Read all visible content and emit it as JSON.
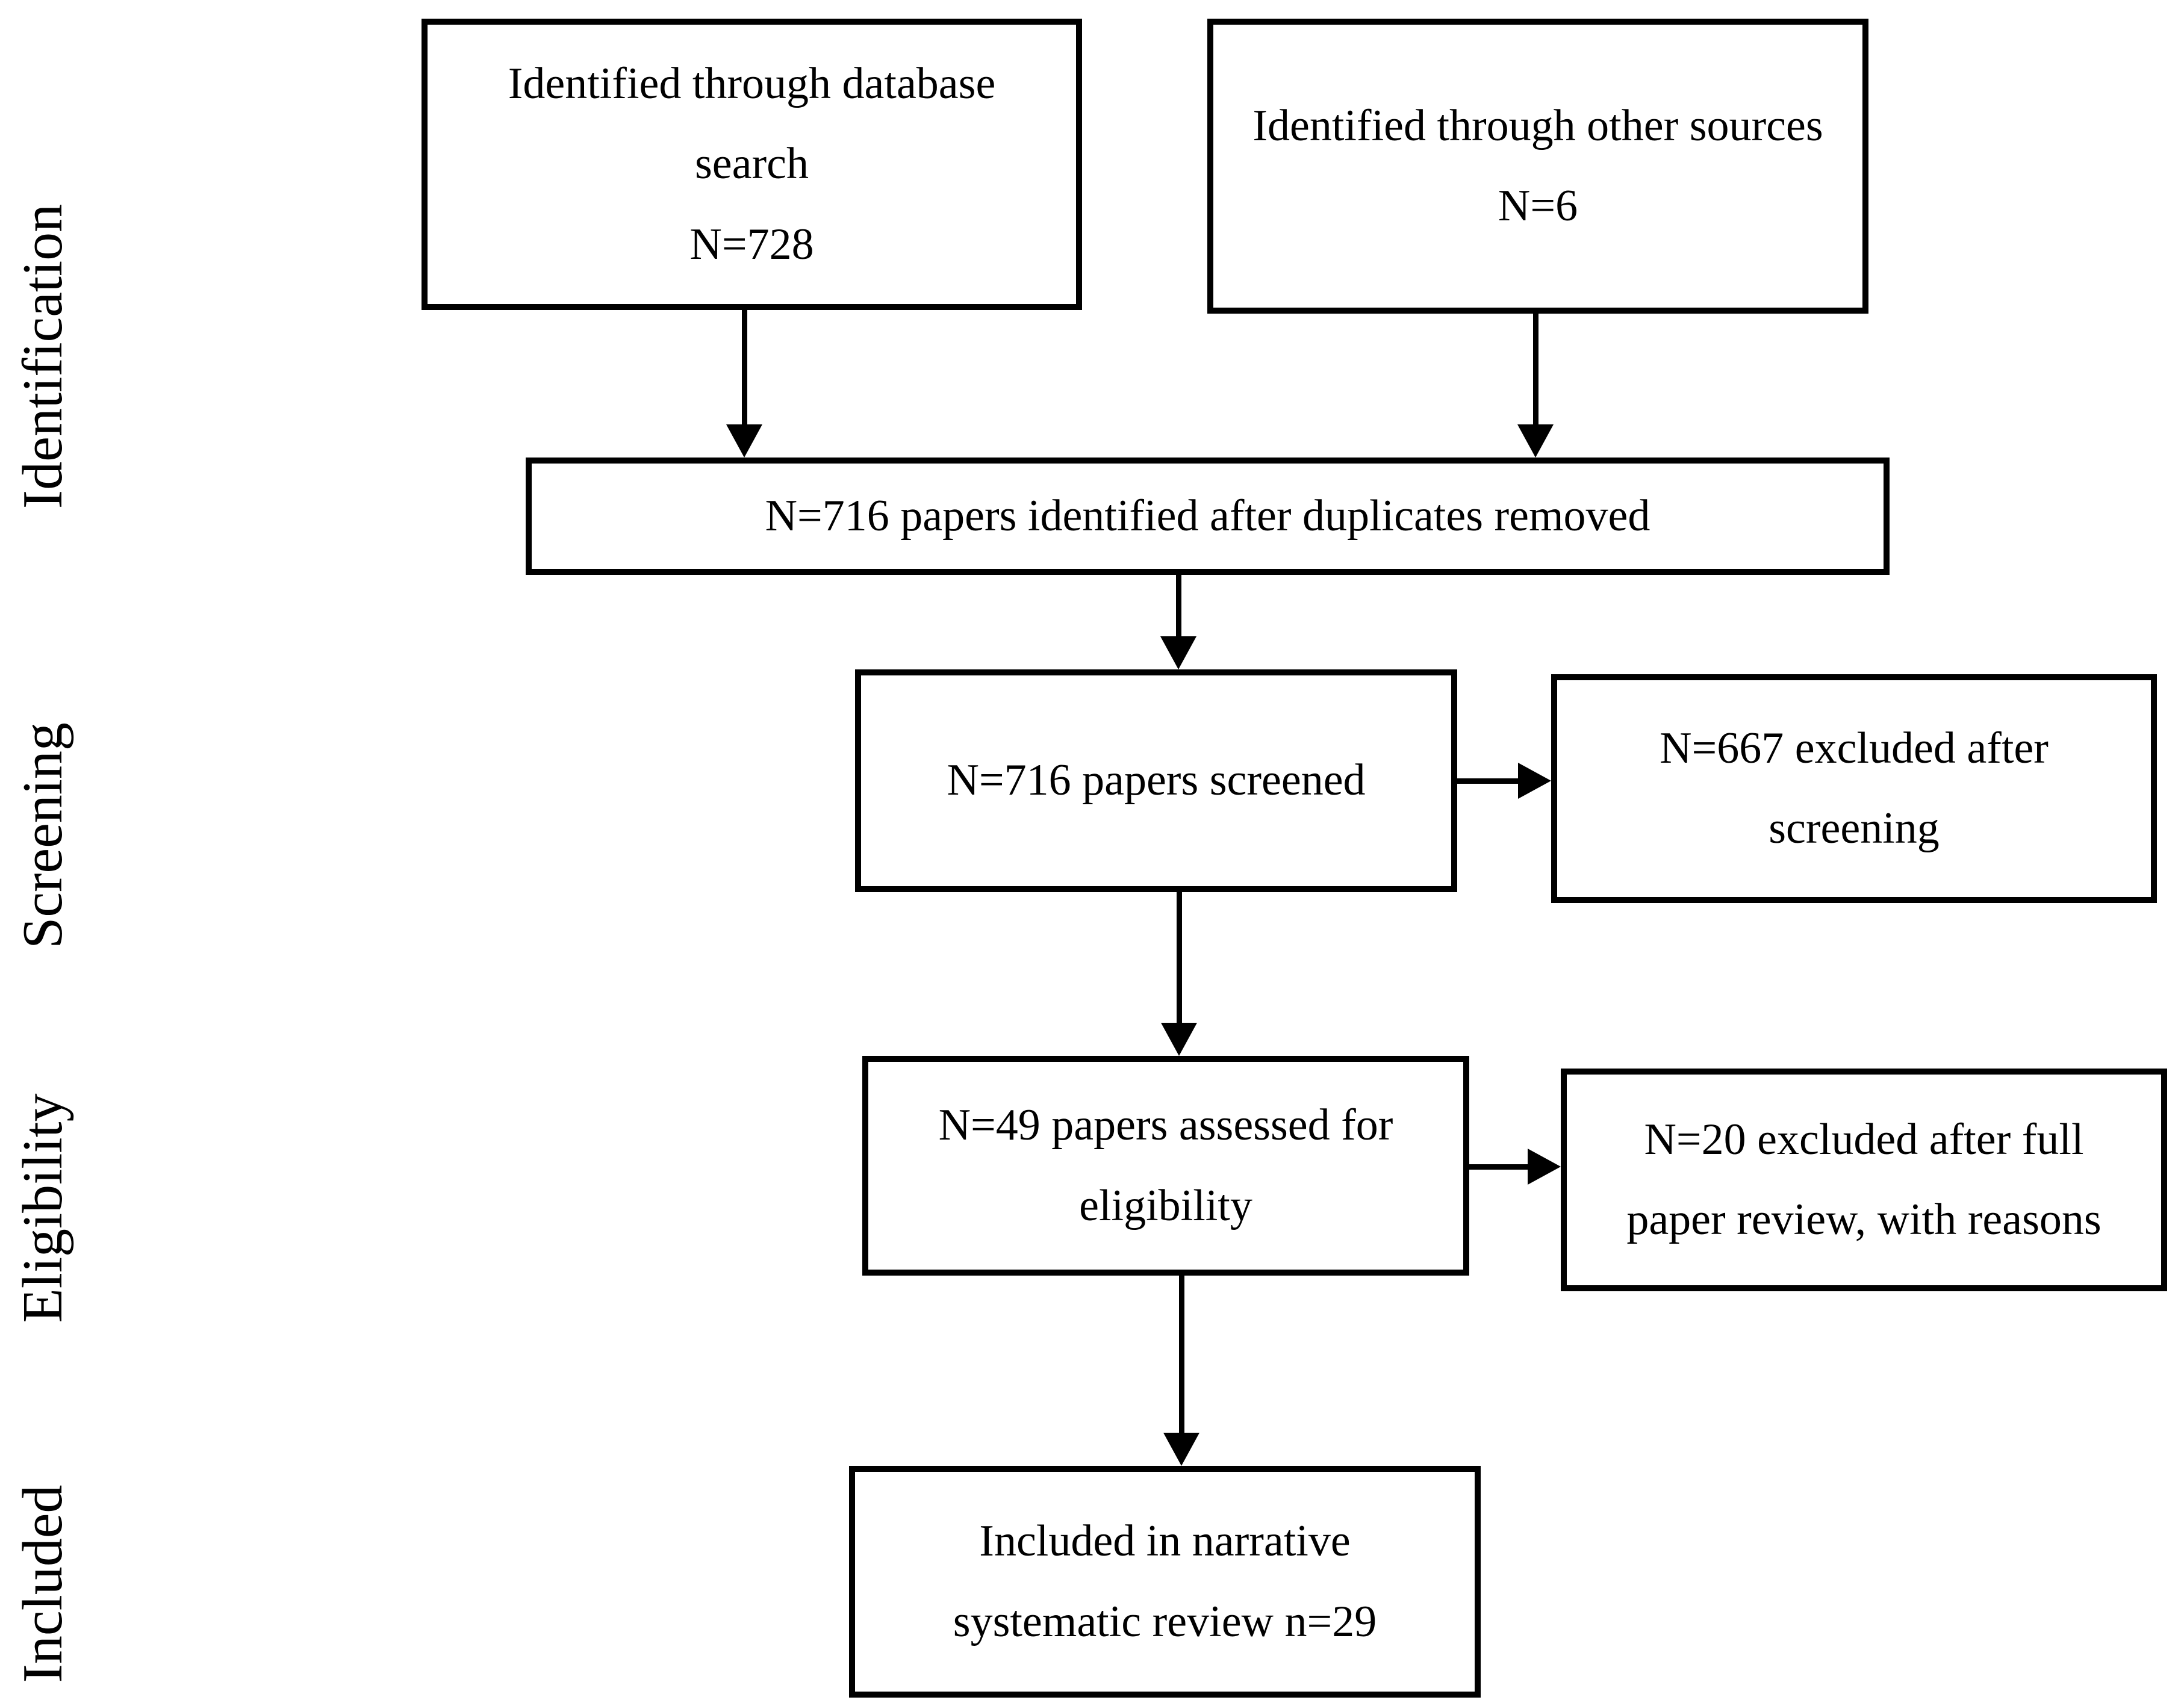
{
  "diagram": {
    "stage_labels": {
      "identification": "Identification",
      "screening": "Screening",
      "eligibility": "Eligibility",
      "included": "Included"
    },
    "boxes": {
      "identified_database_search": {
        "lines": [
          "Identified through database",
          "search",
          "N=728"
        ]
      },
      "identified_other_sources": {
        "lines": [
          "Identified through other sources",
          "N=6"
        ]
      },
      "duplicates_removed": {
        "lines": [
          "N=716 papers identified after duplicates removed"
        ]
      },
      "papers_screened": {
        "lines": [
          "N=716 papers screened"
        ]
      },
      "excluded_after_screening": {
        "lines": [
          "N=667 excluded after",
          "screening"
        ]
      },
      "assessed_for_eligibility": {
        "lines": [
          "N=49 papers assessed for",
          "eligibility"
        ]
      },
      "excluded_after_full_review": {
        "lines": [
          "N=20 excluded after full",
          "paper review, with reasons"
        ]
      },
      "included_in_review": {
        "lines": [
          "Included in narrative",
          "systematic review n=29"
        ]
      }
    },
    "counts": {
      "database_search": 728,
      "other_sources": 6,
      "after_duplicates_removed": 716,
      "screened": 716,
      "excluded_screening": 667,
      "assessed_eligibility": 49,
      "excluded_full_review": 20,
      "included": 29
    },
    "colors": {
      "ink": "#000000",
      "background": "#ffffff"
    }
  }
}
